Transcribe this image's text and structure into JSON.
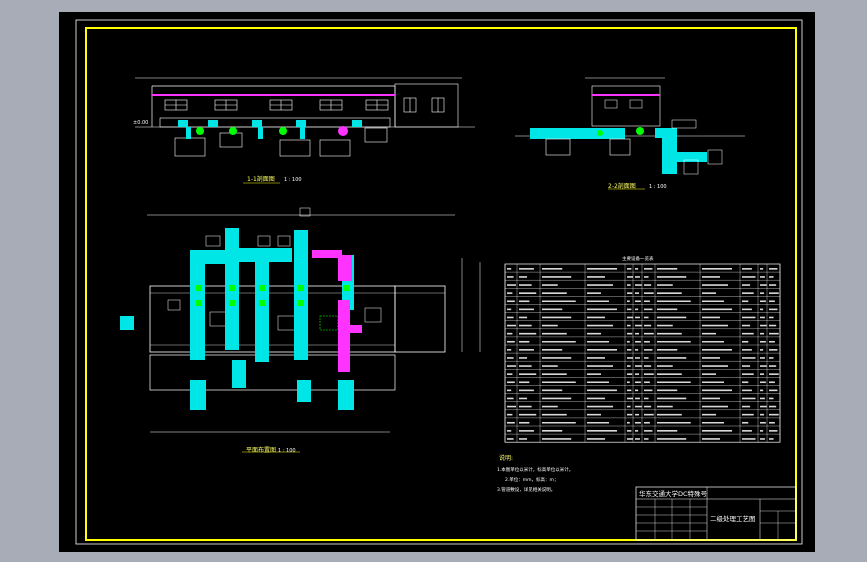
{
  "drawing": {
    "section_1_title": "1-1剖面图",
    "section_1_scale": "1 : 100",
    "section_2_title": "2-2剖面图",
    "section_2_scale": "1 : 100",
    "plan_title": "平面布置图",
    "plan_scale": "1 : 100"
  },
  "equipment_table": {
    "title": "主要设备一览表"
  },
  "notes": {
    "heading": "说明:",
    "lines": [
      "1.本图单位以米计，标高单位以米计。",
      "2.单位：mm，标高：m；",
      "3.管道敷设，详见相关说明。"
    ]
  },
  "title_block": {
    "school": "华东交通大学DC特殊号",
    "project": "二级处理工艺图"
  },
  "colors": {
    "page": "#a7acb7",
    "sheet": "#000000",
    "frame": "#ffff00",
    "duct_cyan": "#00e5e5",
    "pipe_magenta": "#ff33ff",
    "fitting_green": "#00ff00",
    "line_white": "#ffffff"
  }
}
